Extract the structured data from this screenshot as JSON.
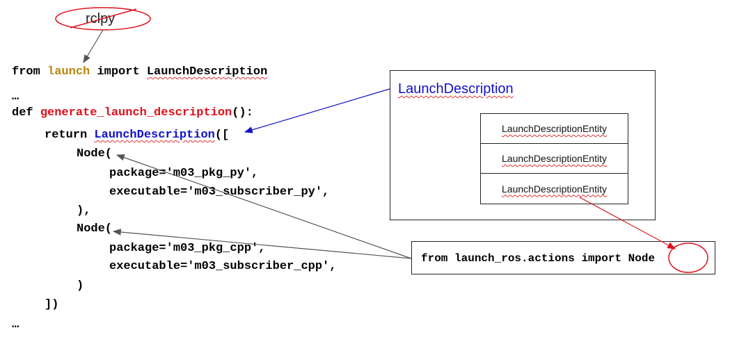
{
  "rclpy_label": "rclpy",
  "code": {
    "l1": {
      "from": "from ",
      "launch": "launch",
      "import": " import ",
      "ld": "LaunchDescription"
    },
    "l2": "…",
    "l3": {
      "def": "def ",
      "fn": "generate_launch_description",
      "tail": "():"
    },
    "l4": {
      "ret": "return ",
      "ld": "LaunchDescription",
      "tail": "(["
    },
    "l5": "Node(",
    "l6": "package='m03_pkg_py',",
    "l7": "executable='m03_subscriber_py',",
    "l8": "),",
    "l9": "Node(",
    "l10": "package='m03_pkg_cpp',",
    "l11": "executable='m03_subscriber_cpp',",
    "l12": ")",
    "l13": "])",
    "l14": "…"
  },
  "ld_box": {
    "title": "LaunchDescription",
    "entities": [
      "LaunchDescriptionEntity",
      "LaunchDescriptionEntity",
      "LaunchDescriptionEntity"
    ]
  },
  "import_box": {
    "prefix": "from launch_ros.actions import ",
    "node": "Node"
  },
  "colors": {
    "blue": "#1010cc",
    "red": "#e0101a",
    "gold": "#b8860b",
    "gray_arrow": "#555555"
  }
}
